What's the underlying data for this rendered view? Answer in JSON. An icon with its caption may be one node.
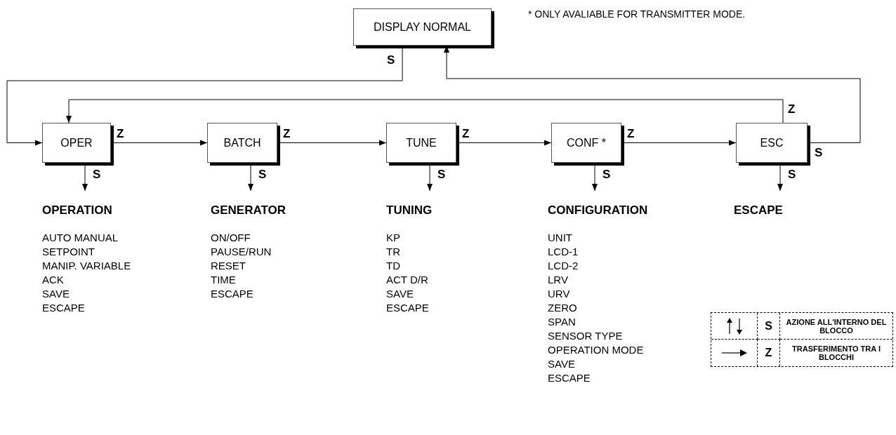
{
  "diagram": {
    "nodes": [
      {
        "text": [
          "DISPLAY NORMAL"
        ]
      },
      {
        "text": [
          "OPER"
        ]
      },
      {
        "text": [
          "BATCH"
        ]
      },
      {
        "text": [
          "TUNE"
        ]
      },
      {
        "text": [
          "CONF *"
        ]
      },
      {
        "text": [
          "ESC"
        ]
      },
      {
        "text": [
          "OPERATION",
          "AUTO MANUAL",
          "SETPOINT",
          "MANIP. VARIABLE",
          "ACK",
          "SAVE",
          "ESCAPE"
        ]
      },
      {
        "text": [
          "GENERATOR",
          "ON/OFF",
          "PAUSE/RUN",
          "RESET",
          "TIME",
          "ESCAPE"
        ]
      },
      {
        "text": [
          "TUNING",
          "KP",
          "TR",
          "TD",
          "ACT D/R",
          "SAVE",
          "ESCAPE"
        ]
      },
      {
        "text": [
          "CONFIGURATION",
          "UNIT",
          "LCD-1",
          "LCD-2",
          "LRV",
          "URV",
          "ZERO",
          "SPAN",
          "SENSOR TYPE",
          "OPERATION MODE",
          "SAVE",
          "ESCAPE"
        ]
      },
      {
        "text": [
          "ESCAPE"
        ]
      }
    ],
    "edges": [
      {
        "from": 0,
        "to": 1,
        "arrow": "to",
        "label": "S"
      },
      {
        "from": 1,
        "to": 2,
        "arrow": "to",
        "label": "Z"
      },
      {
        "from": 2,
        "to": 3,
        "arrow": "to",
        "label": "Z"
      },
      {
        "from": 3,
        "to": 4,
        "arrow": "to",
        "label": "Z"
      },
      {
        "from": 4,
        "to": 5,
        "arrow": "to",
        "label": "Z"
      },
      {
        "from": 5,
        "to": 1,
        "arrow": "to",
        "label": "Z"
      },
      {
        "from": 5,
        "to": 0,
        "arrow": "to",
        "label": "S"
      },
      {
        "from": 1,
        "to": 6,
        "arrow": "to",
        "label": "S"
      },
      {
        "from": 2,
        "to": 7,
        "arrow": "to",
        "label": "S"
      },
      {
        "from": 3,
        "to": 8,
        "arrow": "to",
        "label": "S"
      },
      {
        "from": 4,
        "to": 9,
        "arrow": "to",
        "label": "S"
      },
      {
        "from": 5,
        "to": 10,
        "arrow": "to",
        "label": "S"
      }
    ],
    "labels": [
      "* ONLY AVALIABLE FOR TRANSMITTER MODE.",
      "S",
      "AZIONE ALL'INTERNO DEL BLOCCO",
      "Z",
      "TRASFERIMENTO TRA I BLOCCHI"
    ]
  }
}
